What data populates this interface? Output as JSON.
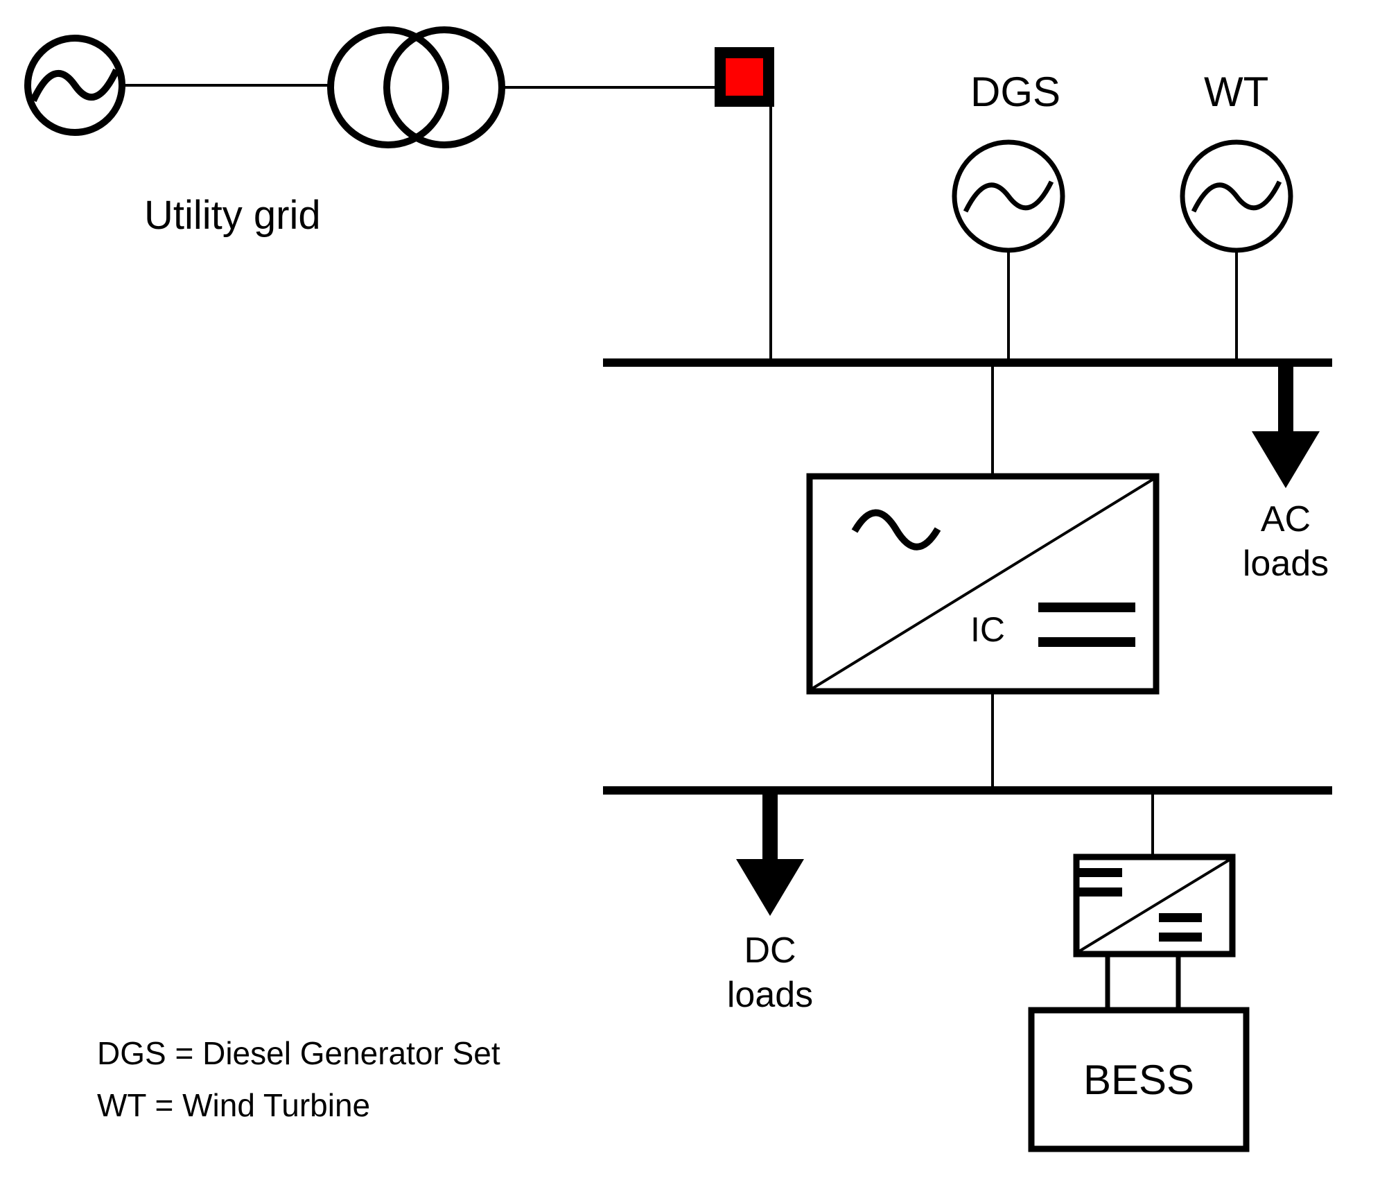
{
  "diagram": {
    "title": "Hybrid AC/DC Microgrid Single-Line Diagram",
    "colors": {
      "line": "#000000",
      "background": "#ffffff",
      "breaker_fill": "#FF0000",
      "breaker_border": "#000000"
    },
    "labels": {
      "utility_grid": "Utility grid",
      "dgs": "DGS",
      "wt": "WT",
      "ic": "IC",
      "bess": "BESS",
      "ac_loads_line1": "AC",
      "ac_loads_line2": "loads",
      "dc_loads_line1": "DC",
      "dc_loads_line2": "loads"
    },
    "legend": {
      "line1": "DGS = Diesel Generator Set",
      "line2": "WT  = Wind Turbine"
    },
    "icons": {
      "ac_source": "ac-source-sine-icon",
      "transformer": "two-winding-transformer-icon",
      "breaker": "circuit-breaker-icon",
      "ac_dc_converter": "ac-dc-converter-icon",
      "dc_dc_converter": "dc-dc-converter-icon",
      "load_arrow": "load-arrow-icon"
    },
    "components": [
      {
        "id": "utility-source",
        "name": "Utility grid AC source",
        "symbol": "ac-source-sine-icon"
      },
      {
        "id": "transformer",
        "name": "Two-winding transformer",
        "symbol": "two-winding-transformer-icon"
      },
      {
        "id": "breaker",
        "name": "Circuit breaker",
        "symbol": "circuit-breaker-icon"
      },
      {
        "id": "dgs",
        "name": "Diesel Generator Set",
        "symbol": "ac-source-sine-icon"
      },
      {
        "id": "wt",
        "name": "Wind Turbine",
        "symbol": "ac-source-sine-icon"
      },
      {
        "id": "ac-bus",
        "name": "AC bus",
        "symbol": "busbar"
      },
      {
        "id": "dc-bus",
        "name": "DC bus",
        "symbol": "busbar"
      },
      {
        "id": "ic",
        "name": "Interlinking converter",
        "symbol": "ac-dc-converter-icon"
      },
      {
        "id": "bess-converter",
        "name": "BESS DC/DC converter",
        "symbol": "dc-dc-converter-icon"
      },
      {
        "id": "bess",
        "name": "Battery Energy Storage System",
        "symbol": "box"
      },
      {
        "id": "ac-loads",
        "name": "AC loads",
        "symbol": "load-arrow-icon"
      },
      {
        "id": "dc-loads",
        "name": "DC loads",
        "symbol": "load-arrow-icon"
      }
    ]
  }
}
